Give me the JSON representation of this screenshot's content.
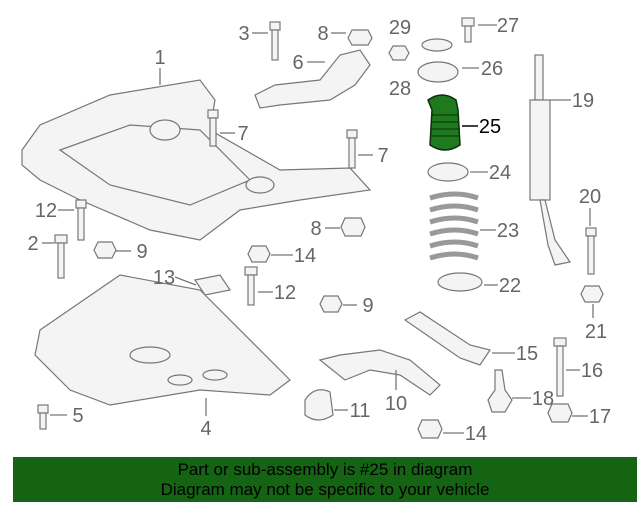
{
  "diagram": {
    "highlighted_part": "25",
    "highlight_color": "#1f7a1f",
    "labels": [
      "1",
      "3",
      "8",
      "29",
      "27",
      "6",
      "28",
      "26",
      "19",
      "7",
      "7",
      "25",
      "24",
      "20",
      "12",
      "8",
      "23",
      "2",
      "9",
      "14",
      "13",
      "12",
      "22",
      "9",
      "21",
      "15",
      "16",
      "18",
      "10",
      "11",
      "5",
      "4",
      "17",
      "14"
    ]
  },
  "banner": {
    "line1": "Part or sub-assembly is #25 in diagram",
    "line2": "Diagram may not be specific to your vehicle",
    "color": "#146414"
  }
}
